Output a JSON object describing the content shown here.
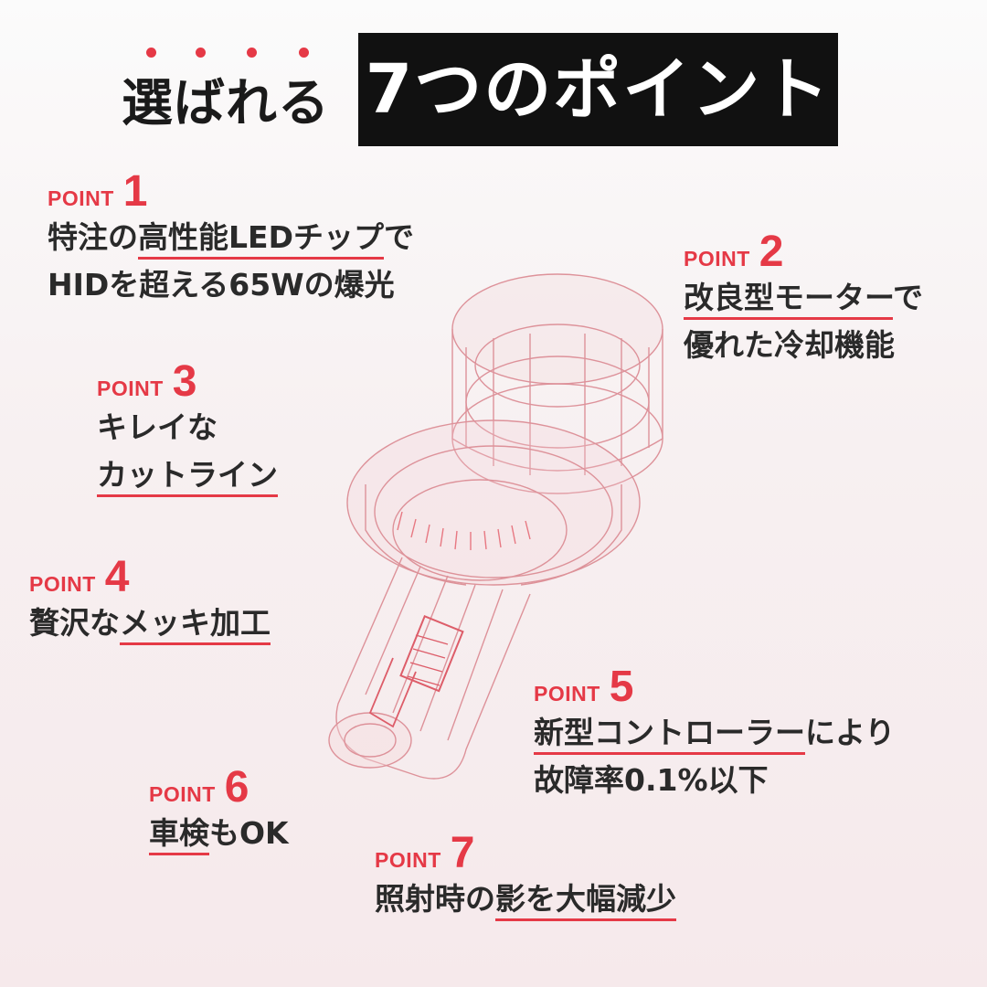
{
  "header": {
    "left_text": "選ばれる",
    "right_text": "7つのポイント"
  },
  "colors": {
    "accent": "#e53946",
    "title_box": "#111111",
    "text": "#2a2a2a"
  },
  "points": [
    {
      "word": "POINT",
      "num": "1",
      "pre1": "特注の",
      "ul1": "高性能LEDチップ",
      "post1": "で",
      "line2": "HIDを超える65Wの爆光"
    },
    {
      "word": "POINT",
      "num": "2",
      "ul1": "改良型モーター",
      "post1": "で",
      "line2": "優れた冷却機能"
    },
    {
      "word": "POINT",
      "num": "3",
      "line1": "キレイな",
      "ul2": "カットライン"
    },
    {
      "word": "POINT",
      "num": "4",
      "pre1": "贅沢な",
      "ul1": "メッキ加工"
    },
    {
      "word": "POINT",
      "num": "5",
      "ul1": "新型コントローラー",
      "post1": "により",
      "line2": "故障率0.1%以下"
    },
    {
      "word": "POINT",
      "num": "6",
      "ul1": "車検",
      "post1": "もOK"
    },
    {
      "word": "POINT",
      "num": "7",
      "pre1": "照射時の",
      "ul1": "影を大幅減少"
    }
  ]
}
